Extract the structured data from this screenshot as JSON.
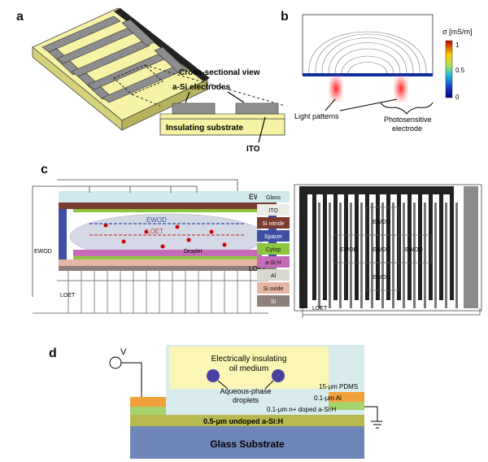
{
  "panels": {
    "a": {
      "letter": "a",
      "cross_section_title": "Cross-sectional view",
      "electrode_label": "a-Si electrodes",
      "substrate_label": "Insulating substrate",
      "ito_label": "ITO"
    },
    "b": {
      "letter": "b",
      "colorbar_title": "σ [mS/m]",
      "colorbar_ticks": [
        "1",
        "0.5",
        "0"
      ],
      "light_label": "Light patterns",
      "electrode_label_line1": "Photosensitive",
      "electrode_label_line2": "electrode"
    },
    "c": {
      "letter": "c",
      "ewod_top_label": "EWOD",
      "ewod_side_label": "EWOD",
      "ewod_arrow_label": "EWOD",
      "loet_arrow_label": "LOET",
      "droplet_label": "Droplet",
      "loet_layer_label": "LOET",
      "loet_source_label": "LOET",
      "loet_right_label": "LOET",
      "legend": [
        {
          "label": "Glass",
          "color": "#cfe9ec"
        },
        {
          "label": "ITO",
          "color": "#ecebe6"
        },
        {
          "label": "Si nitride",
          "color": "#7b3b2e"
        },
        {
          "label": "Spacer",
          "color": "#3d4fa3"
        },
        {
          "label": "Cytop",
          "color": "#8cc63f"
        },
        {
          "label": "a-Si:H",
          "color": "#c66bb7"
        },
        {
          "label": "Al",
          "color": "#d9d9d0"
        },
        {
          "label": "Si oxide",
          "color": "#e7b5a3"
        },
        {
          "label": "Si",
          "color": "#8e7f7a"
        }
      ],
      "ewod_cells": [
        "EWOD",
        "EWOD",
        "EWOD",
        "EWOD",
        "EWOD"
      ]
    },
    "d": {
      "letter": "d",
      "v_label": "V",
      "oil_line1": "Electrically insulating",
      "oil_line2": "oil medium",
      "droplets_line1": "Aqueous-phase",
      "droplets_line2": "droplets",
      "pdms_label": "15-μm PDMS",
      "al_label": "0.1-μm Al",
      "doped_label": "0.1-μm n+ doped a-Si:H",
      "undoped_label": "0.5-μm undoped a-Si:H",
      "glass_label": "Glass Substrate"
    }
  },
  "colors": {
    "substrate_yellow": "#f6f3a6",
    "electrode_gray": "#8d8d8d",
    "glass_blue": "#6f86b8",
    "undoped_olive": "#b7b84d",
    "pdms_cyan": "#d8ecee",
    "oil_yellow": "#fbf6b5",
    "droplet_blue": "#4b3fa1",
    "al_orange": "#f2a03a",
    "doped_green": "#a6d36b"
  }
}
